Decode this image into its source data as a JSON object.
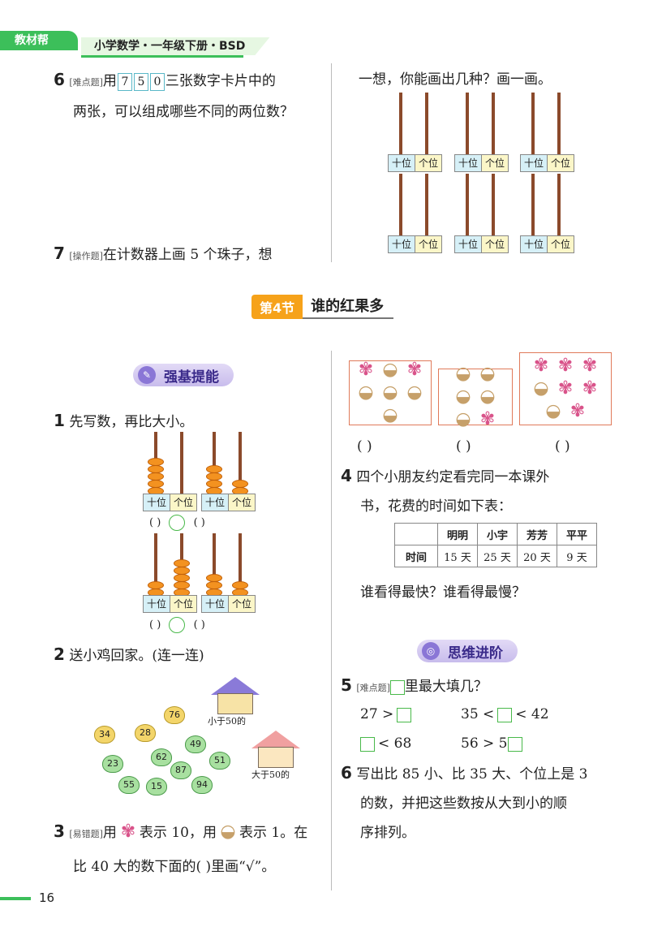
{
  "header": {
    "badge": "教材帮",
    "title": "小学数学・一年级下册・BSD"
  },
  "q6_top": {
    "num": "6",
    "tag": "[难点题]",
    "pre": "用",
    "cards": [
      "7",
      "5",
      "0"
    ],
    "post": "三张数字卡片中的",
    "line2": "两张，可以组成哪些不同的两位数？"
  },
  "q7_top": {
    "num": "7",
    "tag": "[操作题]",
    "text": "在计数器上画 5 个珠子，想",
    "cont": "一想，你能画出几种？画一画。"
  },
  "abacus_labels": {
    "tens": "十位",
    "ones": "个位"
  },
  "section": {
    "badge": "第4节",
    "name": "谁的红果多"
  },
  "pill1": {
    "icon": "✎",
    "label": "强基提能"
  },
  "pill2": {
    "icon": "◎",
    "label": "思维进阶"
  },
  "q1": {
    "num": "1",
    "text": "先写数，再比大小。",
    "blank": "(  )"
  },
  "q2": {
    "num": "2",
    "text": "送小鸡回家。(连一连)",
    "house_lt": "小于50的",
    "house_gt": "大于50的",
    "chicks": [
      "34",
      "28",
      "76",
      "49",
      "62",
      "23",
      "87",
      "51",
      "55",
      "15",
      "94"
    ]
  },
  "q3": {
    "num": "3",
    "tag": "[易错题]",
    "t1": "用",
    "t2": "表示 10，用",
    "t3": "表示 1。在",
    "line2": "比 40 大的数下面的(     )里画“√”。",
    "blank": "(    )"
  },
  "q4": {
    "num": "4",
    "line1": "四个小朋友约定看完同一本课外",
    "line2": "书，花费的时间如下表：",
    "table": {
      "row_head": "时间",
      "names": [
        "明明",
        "小宇",
        "芳芳",
        "平平"
      ],
      "times": [
        "15 天",
        "25 天",
        "20 天",
        "9 天"
      ]
    },
    "question": "谁看得最快？谁看得最慢？"
  },
  "q5": {
    "num": "5",
    "tag": "[难点题]",
    "text": "里最大填几？",
    "e1a": "27 >",
    "e2a": "35 <",
    "e2b": "< 42",
    "e3b": "< 68",
    "e4a": "56 > 5"
  },
  "q6b": {
    "num": "6",
    "line1": "写出比 85 小、比 35 大、个位上是 3",
    "line2": "的数，并把这些数按从大到小的顺",
    "line3": "序排列。"
  },
  "page_number": "16",
  "icons": {
    "feather": "shuttlecock-feather-icon",
    "shuttle": "shuttlecock-icon"
  }
}
